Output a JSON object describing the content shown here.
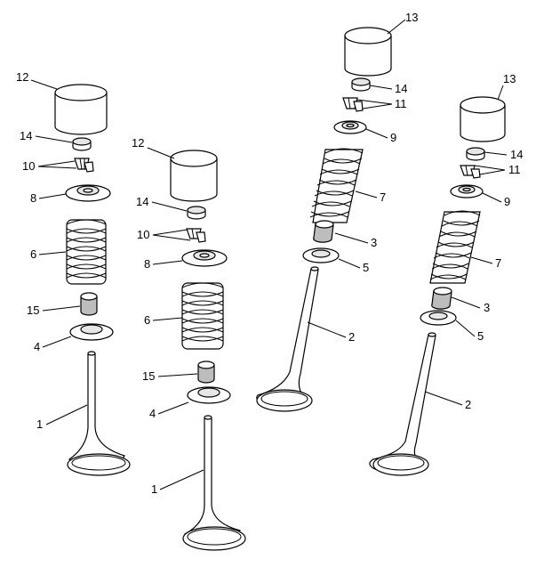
{
  "callouts": [
    {
      "id": "c12a",
      "text": "12"
    },
    {
      "id": "c14a",
      "text": "14"
    },
    {
      "id": "c10a",
      "text": "10"
    },
    {
      "id": "c8a",
      "text": "8"
    },
    {
      "id": "c6a",
      "text": "6"
    },
    {
      "id": "c15a",
      "text": "15"
    },
    {
      "id": "c4a",
      "text": "4"
    },
    {
      "id": "c1a",
      "text": "1"
    },
    {
      "id": "c12b",
      "text": "12"
    },
    {
      "id": "c14b",
      "text": "14"
    },
    {
      "id": "c10b",
      "text": "10"
    },
    {
      "id": "c8b",
      "text": "8"
    },
    {
      "id": "c6b",
      "text": "6"
    },
    {
      "id": "c15b",
      "text": "15"
    },
    {
      "id": "c4b",
      "text": "4"
    },
    {
      "id": "c1b",
      "text": "1"
    },
    {
      "id": "c13c",
      "text": "13"
    },
    {
      "id": "c14c",
      "text": "14"
    },
    {
      "id": "c11c",
      "text": "11"
    },
    {
      "id": "c9c",
      "text": "9"
    },
    {
      "id": "c7c",
      "text": "7"
    },
    {
      "id": "c3c",
      "text": "3"
    },
    {
      "id": "c5c",
      "text": "5"
    },
    {
      "id": "c2c",
      "text": "2"
    },
    {
      "id": "c13d",
      "text": "13"
    },
    {
      "id": "c14d",
      "text": "14"
    },
    {
      "id": "c11d",
      "text": "11"
    },
    {
      "id": "c9d",
      "text": "9"
    },
    {
      "id": "c7d",
      "text": "7"
    },
    {
      "id": "c3d",
      "text": "3"
    },
    {
      "id": "c5d",
      "text": "5"
    },
    {
      "id": "c2d",
      "text": "2"
    }
  ]
}
